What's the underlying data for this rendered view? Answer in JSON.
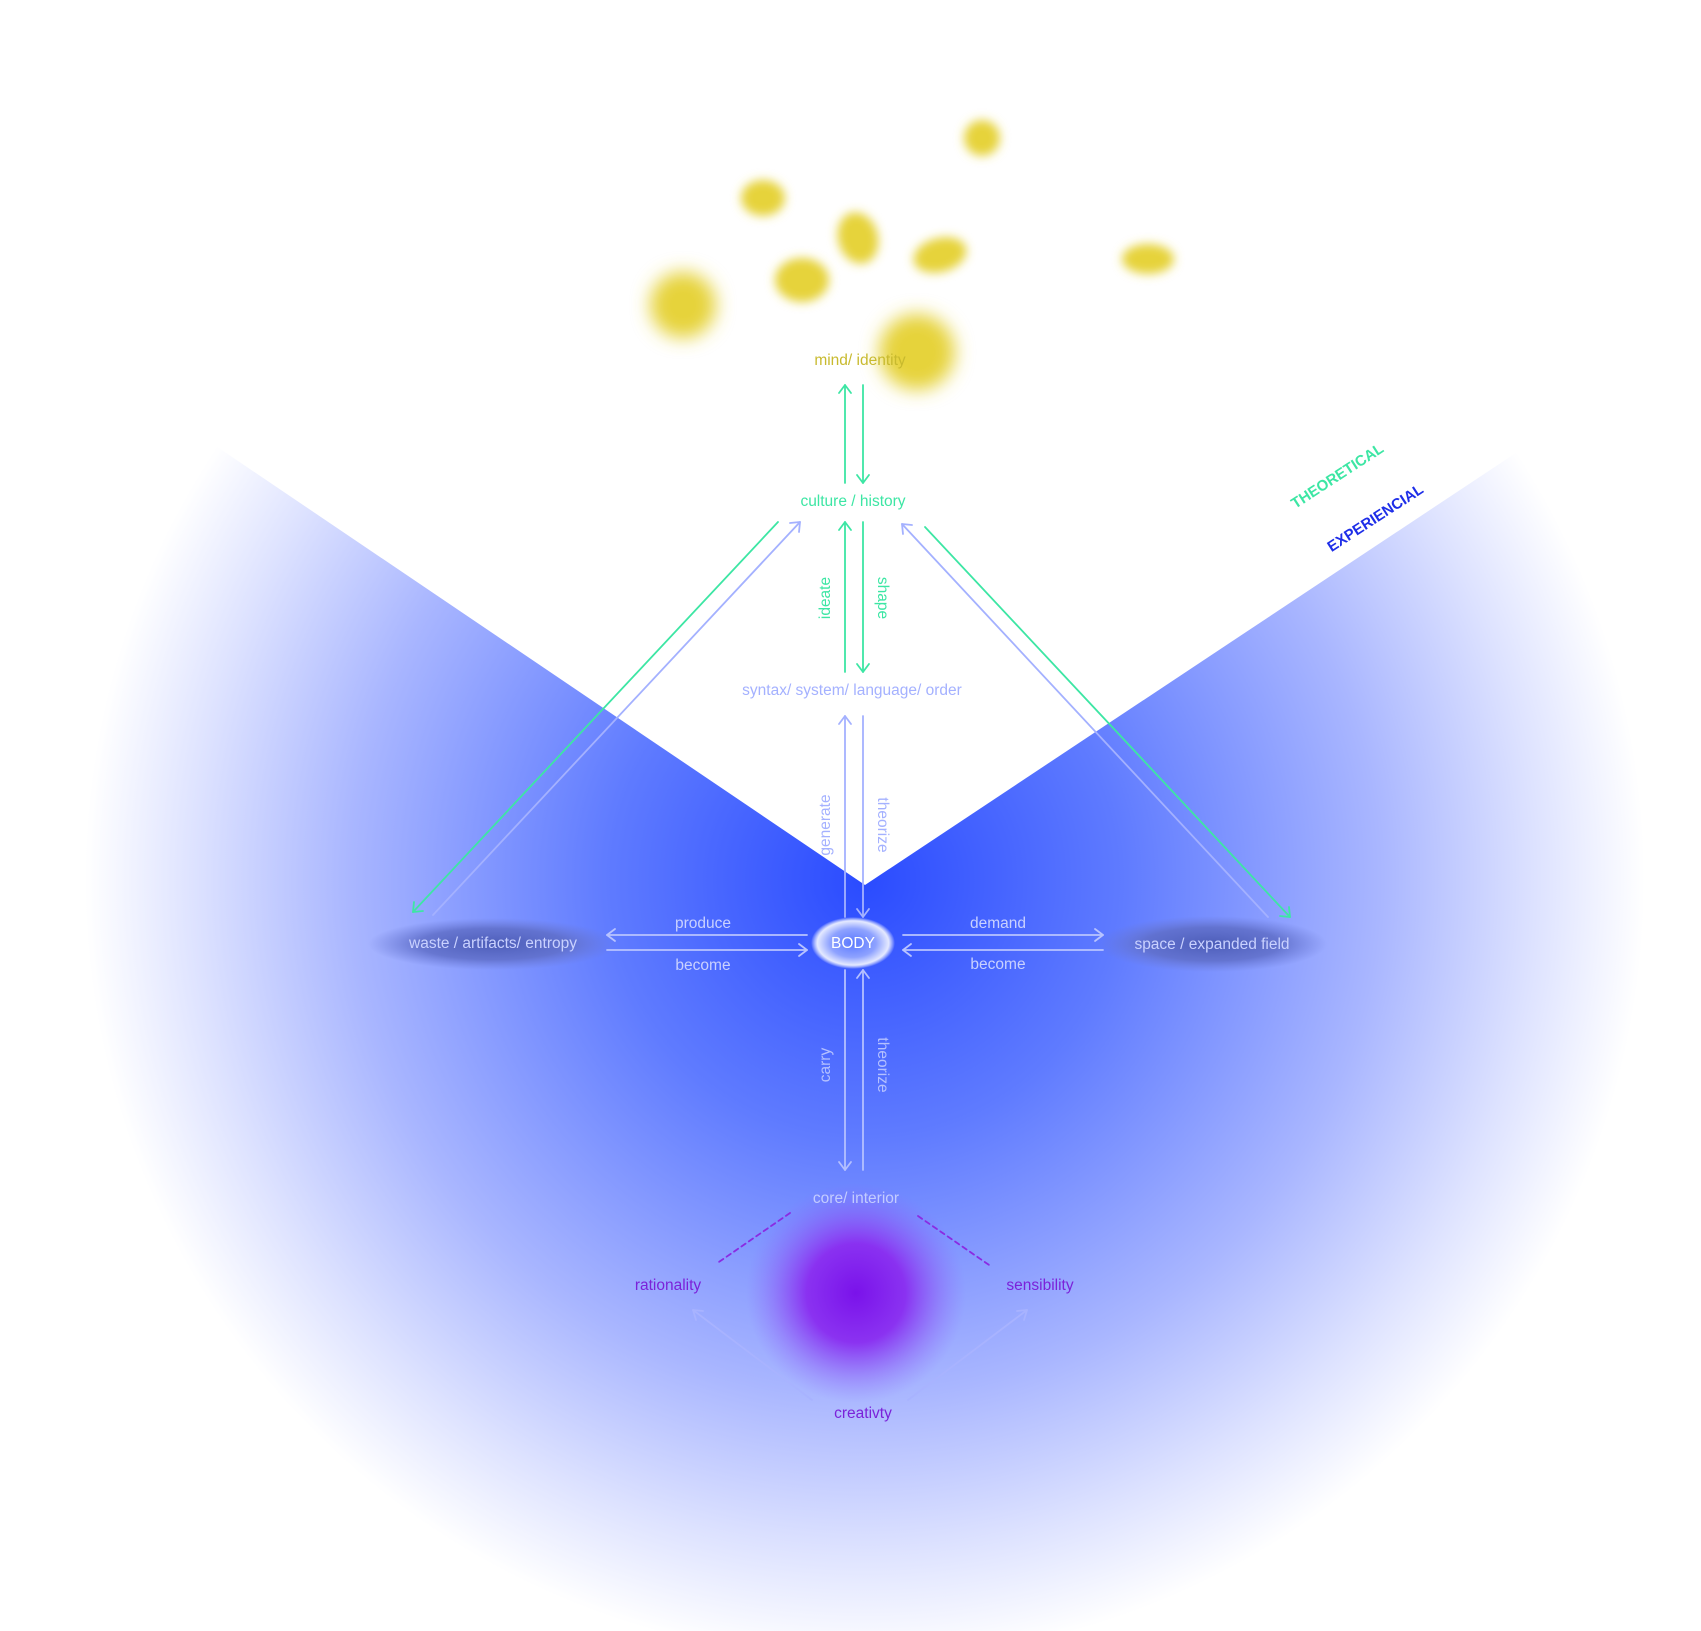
{
  "colors": {
    "green": "#3de6a4",
    "periwinkle": "#a4b1ff",
    "periwinkle_dim": "#c3ccff",
    "blue_deep": "#2a4bff",
    "blue_label": "#1e2ee8",
    "purple": "#7a1de8",
    "purple_label": "#7b22d9",
    "yellow": "#e6d33a",
    "yellow_label": "#c8ba2e",
    "white": "#ffffff"
  },
  "labels": {
    "theoretical": "THEORETICAL",
    "experiencial": "EXPERIENCIAL"
  },
  "nodes": {
    "mind": "mind/ identity",
    "culture": "culture / history",
    "syntax": "syntax/ system/ language/ order",
    "body": "BODY",
    "waste": "waste / artifacts/ entropy",
    "space": "space / expanded field",
    "core": "core/ interior",
    "rationality": "rationality",
    "sensibility": "sensibility",
    "creativity": "creativty"
  },
  "edges": {
    "ideate": "ideate",
    "shape": "shape",
    "generate": "generate",
    "theorize_top": "theorize",
    "produce": "produce",
    "become_left": "become",
    "demand": "demand",
    "become_right": "become",
    "carry": "carry",
    "theorize_bottom": "theorize"
  }
}
